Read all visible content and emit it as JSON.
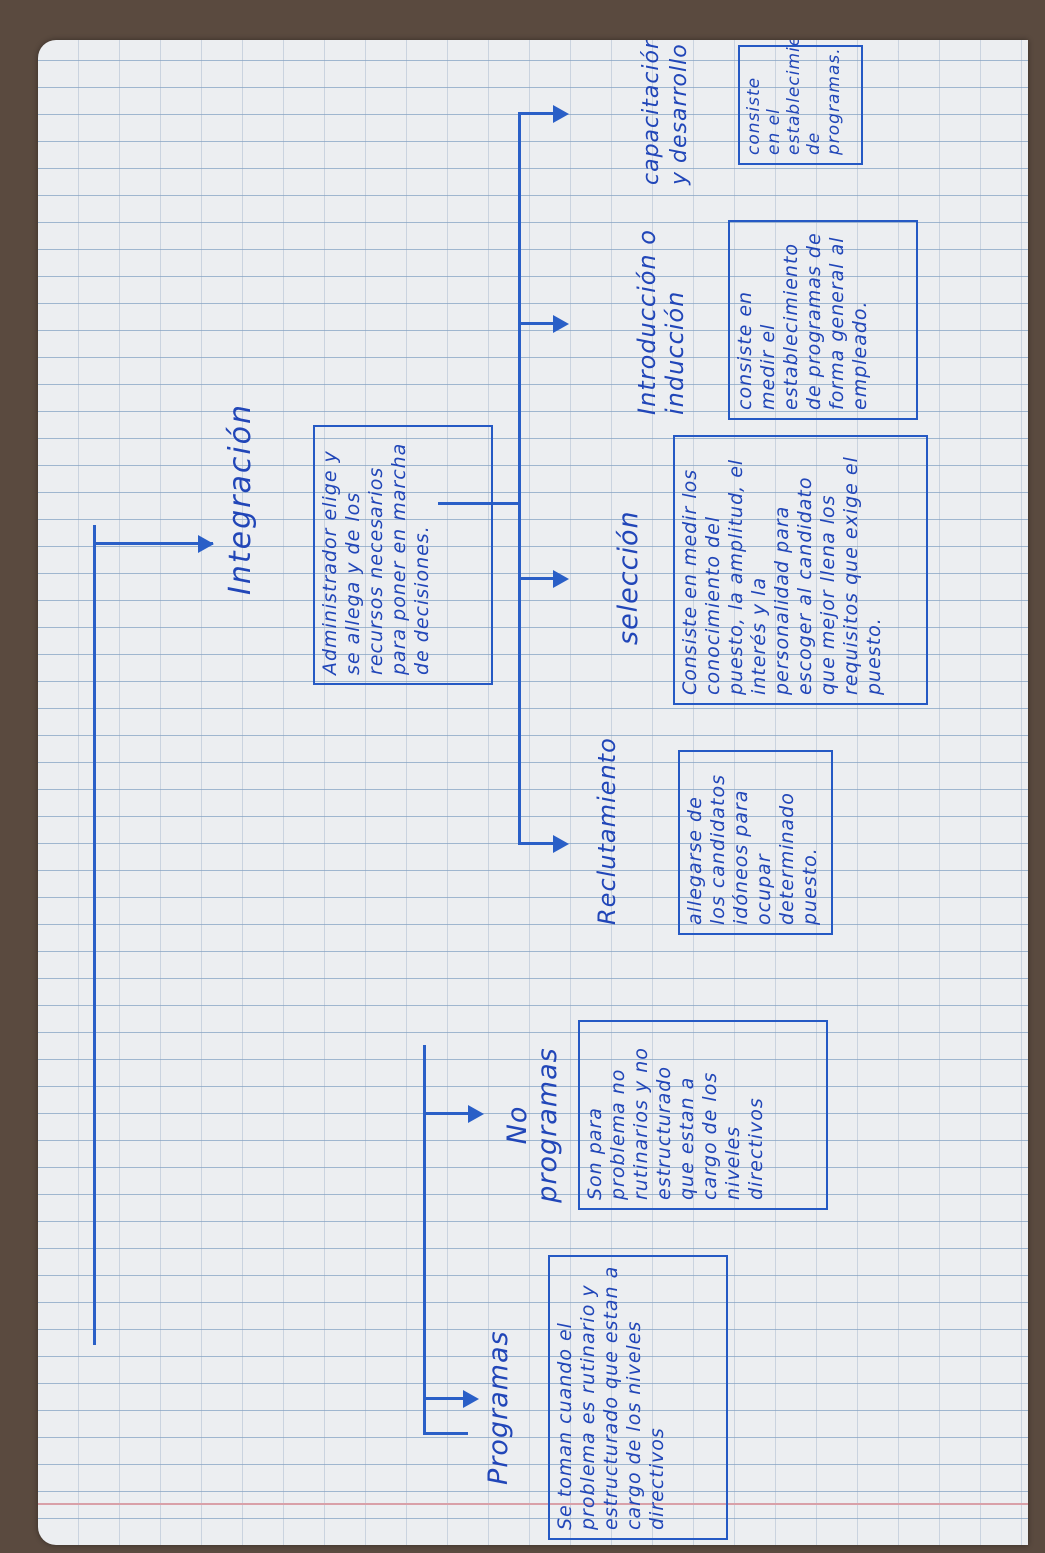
{
  "diagram": {
    "root": {
      "label": "Integración",
      "description": "Administrador elige y se allega y de los recursos necesarios para poner en marcha de decisiones."
    },
    "decisions": [
      {
        "label": "Programas",
        "description": "Se toman cuando el problema es rutinario y estructurado que estan a cargo de los niveles directivos"
      },
      {
        "label": "No programas",
        "description": "Son para problema no rutinarios y no estructurado que estan a cargo de los niveles directivos"
      }
    ],
    "steps": [
      {
        "label": "Reclutamiento",
        "description": "allegarse de los candidatos idóneos para ocupar determinado puesto."
      },
      {
        "label": "selección",
        "description": "Consiste en medir los conocimiento del puesto, la amplitud, el interés y la personalidad para escoger al candidato que mejor llena los requisitos que exige el puesto."
      },
      {
        "label": "Introducción o inducción",
        "description": "consiste en medir el establecimiento de programas de forma general al empleado."
      },
      {
        "label": "capacitación y desarrollo",
        "description": "consiste en el establecimiento de programas."
      }
    ]
  },
  "colors": {
    "ink": "#2146b8",
    "paper": "#eceef1",
    "rule": "#9fb6cf",
    "background": "#5a4a3f"
  }
}
